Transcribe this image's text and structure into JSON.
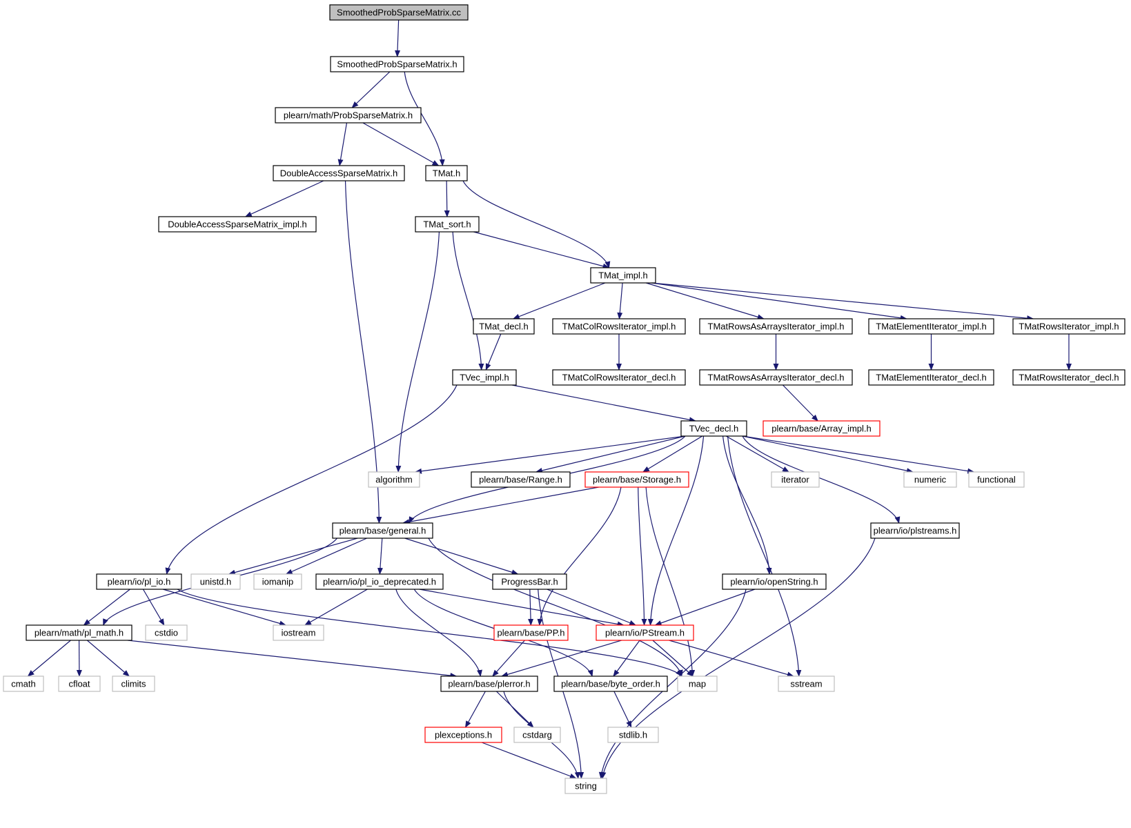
{
  "colors": {
    "edge": "#191970",
    "border_default": "#000000",
    "border_missing": "#bfbfbf",
    "border_truncated": "#ff0000",
    "fill_root": "#bfbfbf",
    "fill_default": "#ffffff",
    "text": "#000000"
  },
  "nodes": [
    {
      "id": "n1",
      "label": "SmoothedProbSparseMatrix.cc",
      "style": "root"
    },
    {
      "id": "n2",
      "label": "SmoothedProbSparseMatrix.h",
      "style": "normal"
    },
    {
      "id": "n3",
      "label": "plearn/math/ProbSparseMatrix.h",
      "style": "normal"
    },
    {
      "id": "n4",
      "label": "DoubleAccessSparseMatrix.h",
      "style": "normal"
    },
    {
      "id": "n5",
      "label": "TMat.h",
      "style": "normal"
    },
    {
      "id": "n6",
      "label": "DoubleAccessSparseMatrix_impl.h",
      "style": "normal"
    },
    {
      "id": "n7",
      "label": "TMat_sort.h",
      "style": "normal"
    },
    {
      "id": "n8",
      "label": "TMat_impl.h",
      "style": "normal"
    },
    {
      "id": "n9",
      "label": "TMat_decl.h",
      "style": "normal"
    },
    {
      "id": "n10",
      "label": "TMatColRowsIterator_impl.h",
      "style": "normal"
    },
    {
      "id": "n11",
      "label": "TMatRowsAsArraysIterator_impl.h",
      "style": "normal"
    },
    {
      "id": "n12",
      "label": "TMatElementIterator_impl.h",
      "style": "normal"
    },
    {
      "id": "n13",
      "label": "TMatRowsIterator_impl.h",
      "style": "normal"
    },
    {
      "id": "n14",
      "label": "TVec_impl.h",
      "style": "normal"
    },
    {
      "id": "n15",
      "label": "TMatColRowsIterator_decl.h",
      "style": "normal"
    },
    {
      "id": "n16",
      "label": "TMatRowsAsArraysIterator_decl.h",
      "style": "normal"
    },
    {
      "id": "n17",
      "label": "TMatElementIterator_decl.h",
      "style": "normal"
    },
    {
      "id": "n18",
      "label": "TMatRowsIterator_decl.h",
      "style": "normal"
    },
    {
      "id": "n19",
      "label": "plearn/base/Array_impl.h",
      "style": "truncated"
    },
    {
      "id": "n20",
      "label": "TVec_decl.h",
      "style": "normal"
    },
    {
      "id": "n21",
      "label": "algorithm",
      "style": "missing"
    },
    {
      "id": "n22",
      "label": "plearn/base/Range.h",
      "style": "normal"
    },
    {
      "id": "n23",
      "label": "plearn/base/Storage.h",
      "style": "truncated"
    },
    {
      "id": "n24",
      "label": "iterator",
      "style": "missing"
    },
    {
      "id": "n25",
      "label": "numeric",
      "style": "missing"
    },
    {
      "id": "n26",
      "label": "functional",
      "style": "missing"
    },
    {
      "id": "n27",
      "label": "plearn/base/general.h",
      "style": "normal"
    },
    {
      "id": "n28",
      "label": "plearn/io/plstreams.h",
      "style": "normal"
    },
    {
      "id": "n29",
      "label": "plearn/io/pl_io.h",
      "style": "normal"
    },
    {
      "id": "n30",
      "label": "unistd.h",
      "style": "missing"
    },
    {
      "id": "n31",
      "label": "iomanip",
      "style": "missing"
    },
    {
      "id": "n32",
      "label": "plearn/io/pl_io_deprecated.h",
      "style": "normal"
    },
    {
      "id": "n33",
      "label": "ProgressBar.h",
      "style": "normal"
    },
    {
      "id": "n34",
      "label": "plearn/io/openString.h",
      "style": "normal"
    },
    {
      "id": "n35",
      "label": "plearn/math/pl_math.h",
      "style": "normal"
    },
    {
      "id": "n36",
      "label": "cstdio",
      "style": "missing"
    },
    {
      "id": "n37",
      "label": "iostream",
      "style": "missing"
    },
    {
      "id": "n38",
      "label": "plearn/base/PP.h",
      "style": "truncated"
    },
    {
      "id": "n39",
      "label": "plearn/io/PStream.h",
      "style": "truncated"
    },
    {
      "id": "n40",
      "label": "cmath",
      "style": "missing"
    },
    {
      "id": "n41",
      "label": "cfloat",
      "style": "missing"
    },
    {
      "id": "n42",
      "label": "climits",
      "style": "missing"
    },
    {
      "id": "n43",
      "label": "plearn/base/plerror.h",
      "style": "normal"
    },
    {
      "id": "n44",
      "label": "plearn/base/byte_order.h",
      "style": "normal"
    },
    {
      "id": "n45",
      "label": "map",
      "style": "missing"
    },
    {
      "id": "n46",
      "label": "sstream",
      "style": "missing"
    },
    {
      "id": "n47",
      "label": "plexceptions.h",
      "style": "truncated"
    },
    {
      "id": "n48",
      "label": "cstdarg",
      "style": "missing"
    },
    {
      "id": "n49",
      "label": "stdlib.h",
      "style": "missing"
    },
    {
      "id": "n50",
      "label": "string",
      "style": "missing"
    }
  ],
  "edges": [
    {
      "from": "n1",
      "to": "n2"
    },
    {
      "from": "n2",
      "to": "n3"
    },
    {
      "from": "n2",
      "to": "n5"
    },
    {
      "from": "n3",
      "to": "n4"
    },
    {
      "from": "n3",
      "to": "n5"
    },
    {
      "from": "n4",
      "to": "n6"
    },
    {
      "from": "n4",
      "to": "n27"
    },
    {
      "from": "n5",
      "to": "n7"
    },
    {
      "from": "n5",
      "to": "n8"
    },
    {
      "from": "n7",
      "to": "n8"
    },
    {
      "from": "n7",
      "to": "n14"
    },
    {
      "from": "n7",
      "to": "n21"
    },
    {
      "from": "n8",
      "to": "n9"
    },
    {
      "from": "n8",
      "to": "n10"
    },
    {
      "from": "n8",
      "to": "n11"
    },
    {
      "from": "n8",
      "to": "n12"
    },
    {
      "from": "n8",
      "to": "n13"
    },
    {
      "from": "n9",
      "to": "n14"
    },
    {
      "from": "n10",
      "to": "n15"
    },
    {
      "from": "n11",
      "to": "n16"
    },
    {
      "from": "n12",
      "to": "n17"
    },
    {
      "from": "n13",
      "to": "n18"
    },
    {
      "from": "n16",
      "to": "n19"
    },
    {
      "from": "n14",
      "to": "n20"
    },
    {
      "from": "n14",
      "to": "n29"
    },
    {
      "from": "n20",
      "to": "n21"
    },
    {
      "from": "n20",
      "to": "n22"
    },
    {
      "from": "n20",
      "to": "n23"
    },
    {
      "from": "n20",
      "to": "n24"
    },
    {
      "from": "n20",
      "to": "n25"
    },
    {
      "from": "n20",
      "to": "n26"
    },
    {
      "from": "n20",
      "to": "n27"
    },
    {
      "from": "n20",
      "to": "n28"
    },
    {
      "from": "n20",
      "to": "n34"
    },
    {
      "from": "n20",
      "to": "n39"
    },
    {
      "from": "n20",
      "to": "n46"
    },
    {
      "from": "n23",
      "to": "n27"
    },
    {
      "from": "n23",
      "to": "n38"
    },
    {
      "from": "n23",
      "to": "n39"
    },
    {
      "from": "n23",
      "to": "n45"
    },
    {
      "from": "n27",
      "to": "n30"
    },
    {
      "from": "n27",
      "to": "n31"
    },
    {
      "from": "n27",
      "to": "n32"
    },
    {
      "from": "n27",
      "to": "n33"
    },
    {
      "from": "n27",
      "to": "n35"
    },
    {
      "from": "n27",
      "to": "n45"
    },
    {
      "from": "n28",
      "to": "n50"
    },
    {
      "from": "n29",
      "to": "n35"
    },
    {
      "from": "n29",
      "to": "n36"
    },
    {
      "from": "n29",
      "to": "n37"
    },
    {
      "from": "n29",
      "to": "n45"
    },
    {
      "from": "n32",
      "to": "n37"
    },
    {
      "from": "n32",
      "to": "n39"
    },
    {
      "from": "n32",
      "to": "n43"
    },
    {
      "from": "n32",
      "to": "n44"
    },
    {
      "from": "n33",
      "to": "n38"
    },
    {
      "from": "n33",
      "to": "n39"
    },
    {
      "from": "n33",
      "to": "n50"
    },
    {
      "from": "n34",
      "to": "n39"
    },
    {
      "from": "n34",
      "to": "n50"
    },
    {
      "from": "n35",
      "to": "n40"
    },
    {
      "from": "n35",
      "to": "n41"
    },
    {
      "from": "n35",
      "to": "n42"
    },
    {
      "from": "n35",
      "to": "n43"
    },
    {
      "from": "n38",
      "to": "n43"
    },
    {
      "from": "n39",
      "to": "n43"
    },
    {
      "from": "n39",
      "to": "n44"
    },
    {
      "from": "n39",
      "to": "n45"
    },
    {
      "from": "n39",
      "to": "n46"
    },
    {
      "from": "n43",
      "to": "n47"
    },
    {
      "from": "n43",
      "to": "n48"
    },
    {
      "from": "n43",
      "to": "n50"
    },
    {
      "from": "n44",
      "to": "n49"
    },
    {
      "from": "n47",
      "to": "n50"
    }
  ]
}
